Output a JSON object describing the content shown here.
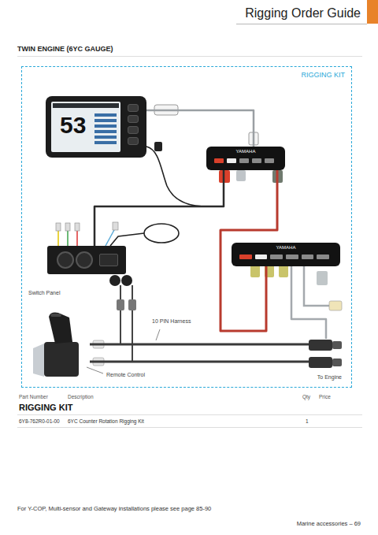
{
  "diagram": {
    "title": "TWIN ENGINE (6YC GAUGE)",
    "nodes": [
      {
        "text": [
          "RIGGING KIT"
        ]
      },
      {
        "text": [
          "53"
        ],
        "in": 0
      },
      {
        "text": [
          "YAMAHA"
        ],
        "in": 0
      },
      {
        "text": [
          "YAMAHA"
        ],
        "in": 0
      },
      {
        "text": [
          "Switch Panel"
        ],
        "in": 0
      },
      {
        "text": [
          "Remote Control"
        ],
        "in": 0
      },
      {
        "text": [
          "To Engine"
        ],
        "in": 0
      }
    ],
    "edges": [
      {
        "from": 1,
        "to": 2,
        "arrow": "none"
      },
      {
        "from": 2,
        "to": 3,
        "arrow": "none"
      },
      {
        "from": 2,
        "to": 4,
        "arrow": "none"
      },
      {
        "from": 5,
        "to": 6,
        "label": "10 PIN Harness",
        "arrow": "none"
      },
      {
        "from": 5,
        "to": 6,
        "arrow": "none"
      },
      {
        "from": 3,
        "to": 6,
        "arrow": "none"
      }
    ],
    "labels": [
      "Rigging Order Guide",
      "Part Number",
      "Description",
      "Qty",
      "Price",
      "RIGGING KIT",
      "6Y8-762R0-01-00",
      "6YC Counter Rotation Rigging Kit",
      "1",
      "For Y-COP, Multi-sensor and Gateway installations please see page 85-90",
      "Marine accessories – 69"
    ]
  }
}
